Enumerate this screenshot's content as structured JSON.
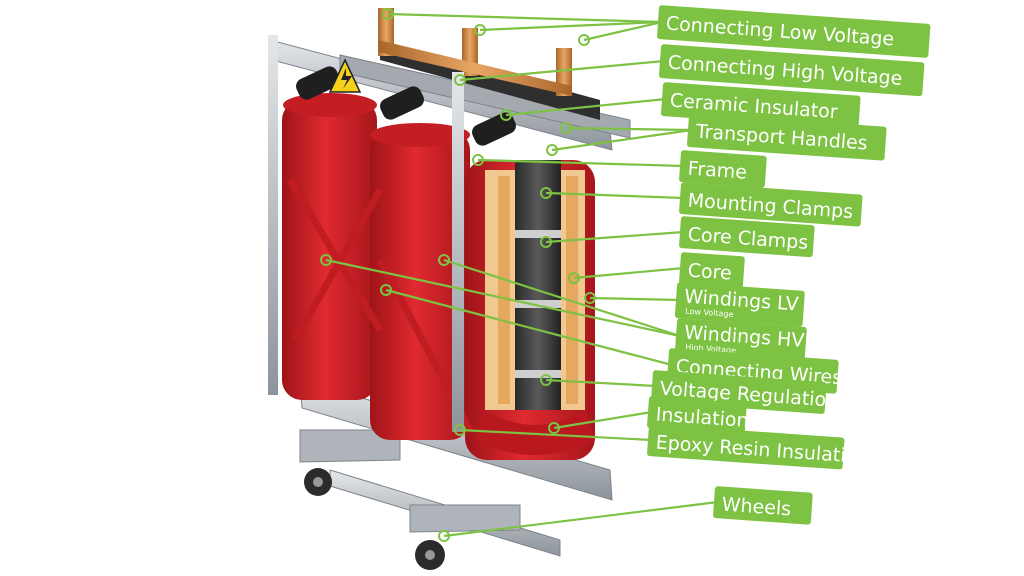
{
  "labels": [
    {
      "id": "connecting-low-voltage",
      "text": "Connecting Low Voltage"
    },
    {
      "id": "connecting-high-voltage",
      "text": "Connecting High Voltage"
    },
    {
      "id": "ceramic-insulator",
      "text": "Ceramic Insulator"
    },
    {
      "id": "transport-handles",
      "text": "Transport Handles"
    },
    {
      "id": "frame",
      "text": "Frame"
    },
    {
      "id": "mounting-clamps",
      "text": "Mounting Clamps"
    },
    {
      "id": "core-clamps",
      "text": "Core Clamps"
    },
    {
      "id": "core",
      "text": "Core"
    },
    {
      "id": "windings-lv",
      "text": "Windings LV",
      "sub": "Low Voltage"
    },
    {
      "id": "windings-hv",
      "text": "Windings HV",
      "sub": "High Voltage"
    },
    {
      "id": "connecting-wires",
      "text": "Connecting Wires"
    },
    {
      "id": "voltage-regulation",
      "text": "Voltage Regulation"
    },
    {
      "id": "insulation",
      "text": "Insulation"
    },
    {
      "id": "epoxy-resin-insulation",
      "text": "Epoxy Resin Insulation"
    },
    {
      "id": "wheels",
      "text": "Wheels"
    }
  ],
  "colors": {
    "label_bg": "#7dc242",
    "body_red": "#d8232a",
    "busbar_copper": "#c98a45",
    "frame_steel": "#b9bec4"
  },
  "warning_icon": "high-voltage-warning-icon"
}
